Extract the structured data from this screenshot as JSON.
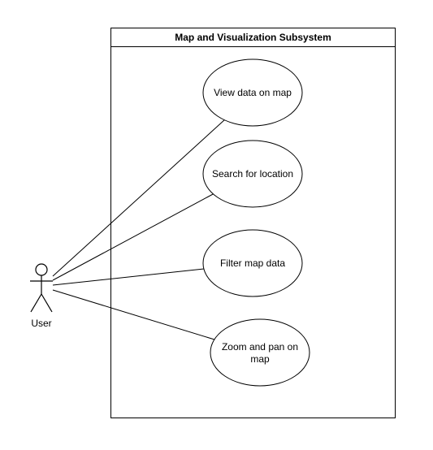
{
  "diagram": {
    "type": "uml-use-case",
    "system": {
      "title": "Map and Visualization Subsystem"
    },
    "actor": {
      "name": "User"
    },
    "use_cases": [
      {
        "lines": [
          "View data on map"
        ]
      },
      {
        "lines": [
          "Search for location"
        ]
      },
      {
        "lines": [
          "Filter map data"
        ]
      },
      {
        "lines": [
          "Zoom and pan on",
          "map"
        ]
      }
    ],
    "associations": [
      {
        "from": "User",
        "to": "View data on map"
      },
      {
        "from": "User",
        "to": "Search for location"
      },
      {
        "from": "User",
        "to": "Filter map data"
      },
      {
        "from": "User",
        "to": "Zoom and pan on map"
      }
    ],
    "colors": {
      "stroke": "#000000",
      "fill": "#ffffff",
      "text": "#000000"
    }
  }
}
